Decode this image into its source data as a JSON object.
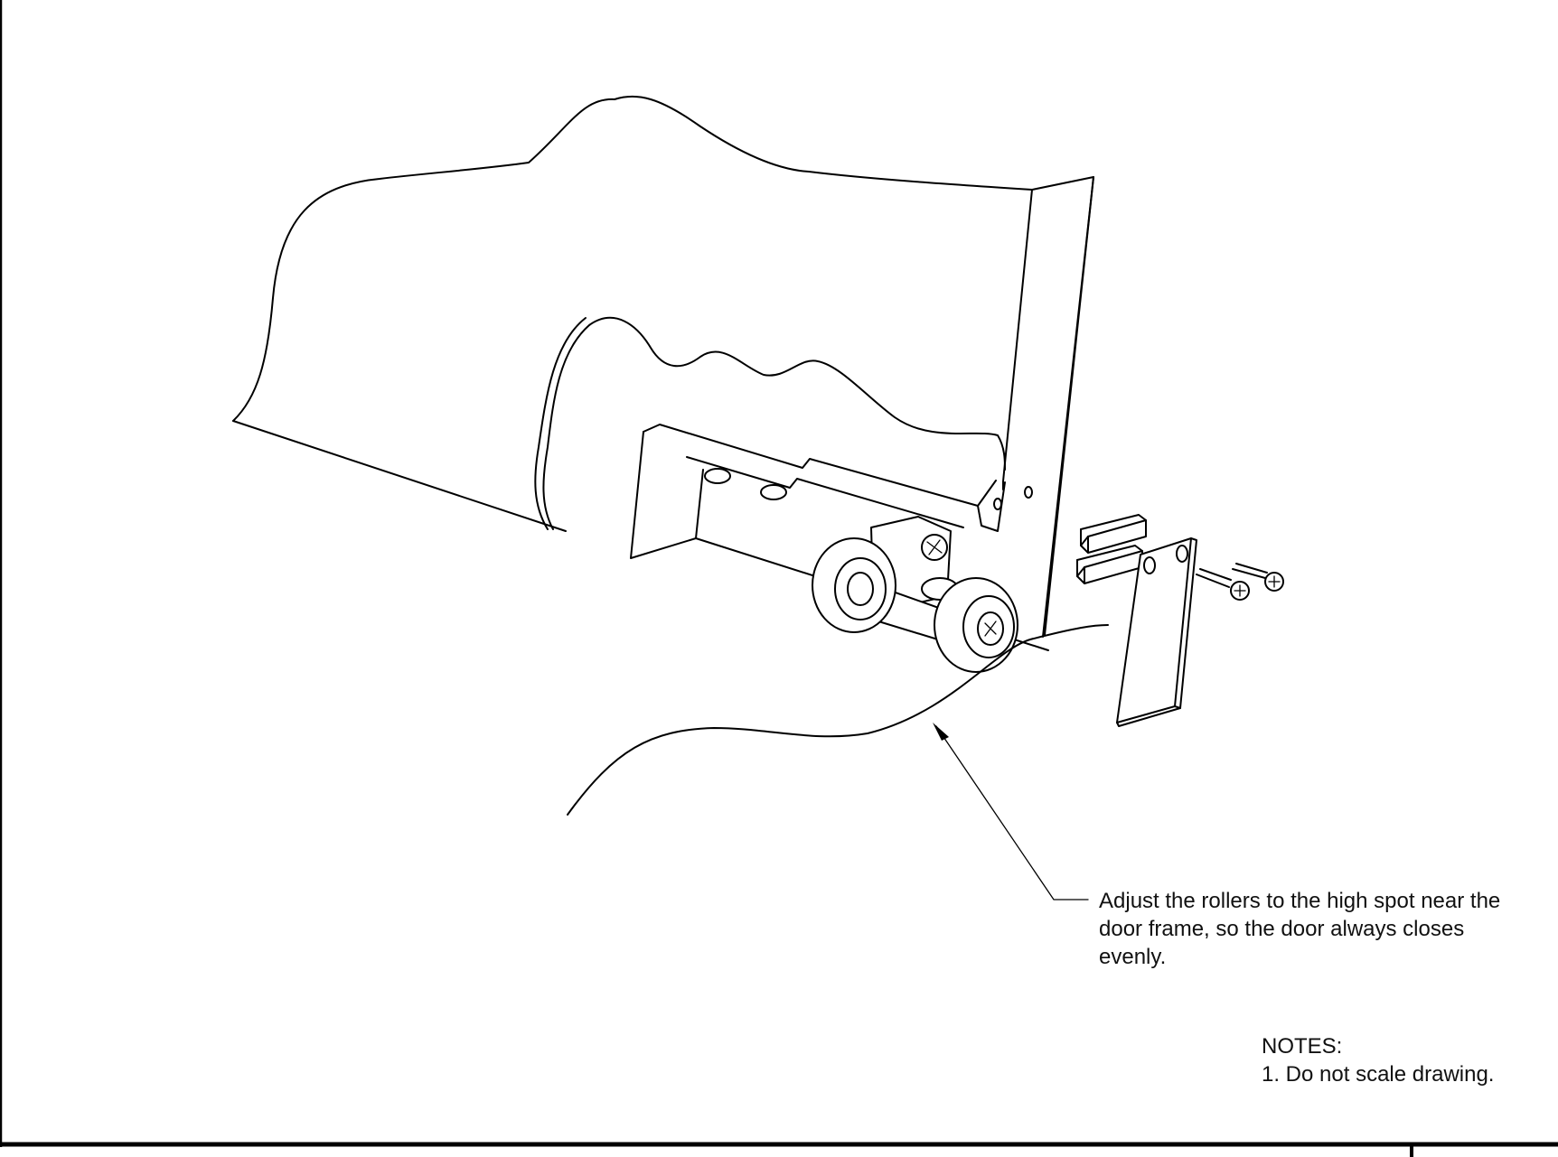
{
  "callout": {
    "lines": [
      "Adjust the rollers to the high spot near the",
      "door frame, so the door always closes",
      "evenly."
    ]
  },
  "notes": {
    "heading": "NOTES:",
    "items": [
      "1. Do not scale drawing."
    ]
  },
  "colors": {
    "ink": "#000000",
    "paper": "#ffffff"
  }
}
